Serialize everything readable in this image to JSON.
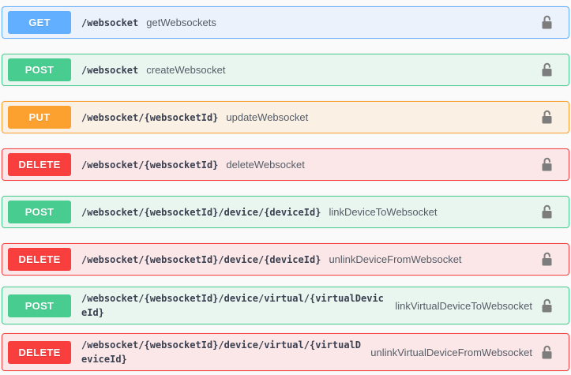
{
  "endpoints": [
    {
      "method": "GET",
      "path": "/websocket",
      "summary": "getWebsockets",
      "auth_icon": "unlock-icon"
    },
    {
      "method": "POST",
      "path": "/websocket",
      "summary": "createWebsocket",
      "auth_icon": "unlock-icon"
    },
    {
      "method": "PUT",
      "path": "/websocket/{websocketId}",
      "summary": "updateWebsocket",
      "auth_icon": "unlock-icon"
    },
    {
      "method": "DELETE",
      "path": "/websocket/{websocketId}",
      "summary": "deleteWebsocket",
      "auth_icon": "unlock-icon"
    },
    {
      "method": "POST",
      "path": "/websocket/{websocketId}/device/{deviceId}",
      "summary": "linkDeviceToWebsocket",
      "auth_icon": "unlock-icon"
    },
    {
      "method": "DELETE",
      "path": "/websocket/{websocketId}/device/{deviceId}",
      "summary": "unlinkDeviceFromWebsocket",
      "auth_icon": "unlock-icon"
    },
    {
      "method": "POST",
      "path": "/websocket/{websocketId}/device/virtual/{virtualDeviceId}",
      "summary": "linkVirtualDeviceToWebsocket",
      "auth_icon": "unlock-icon"
    },
    {
      "method": "DELETE",
      "path": "/websocket/{websocketId}/device/virtual/{virtualDeviceId}",
      "summary": "unlinkVirtualDeviceFromWebsocket",
      "auth_icon": "unlock-icon"
    }
  ],
  "colors": {
    "page_background": "#fafafa",
    "get": "#61affe",
    "get_row_bg": "#ebf2fb",
    "post": "#49cc90",
    "post_row_bg": "#e9f6f0",
    "put": "#fca130",
    "put_row_bg": "#faf0e4",
    "delete": "#f93e3e",
    "delete_row_bg": "#fbe7e7",
    "path_text": "#3b4151",
    "summary_text": "#555c66",
    "lock_icon": "#7d7d7d",
    "badge_text": "#ffffff"
  }
}
